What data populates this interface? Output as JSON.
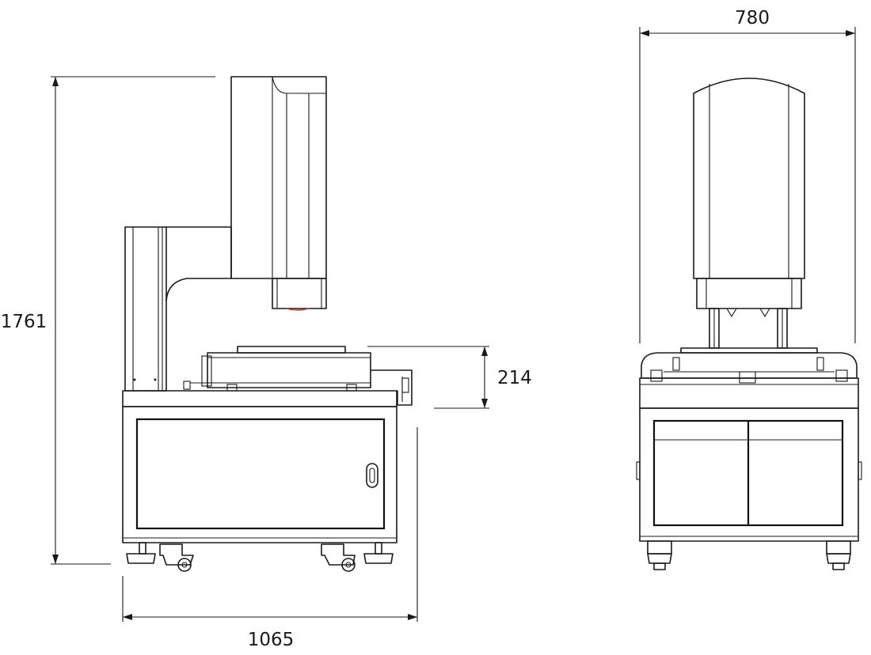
{
  "dimensions": {
    "height": "1761",
    "width_side": "1065",
    "table_height": "214",
    "width_front": "780"
  },
  "colors": {
    "line": "#1a1a1a",
    "background": "#ffffff",
    "lens_accent": "#c0392b"
  }
}
